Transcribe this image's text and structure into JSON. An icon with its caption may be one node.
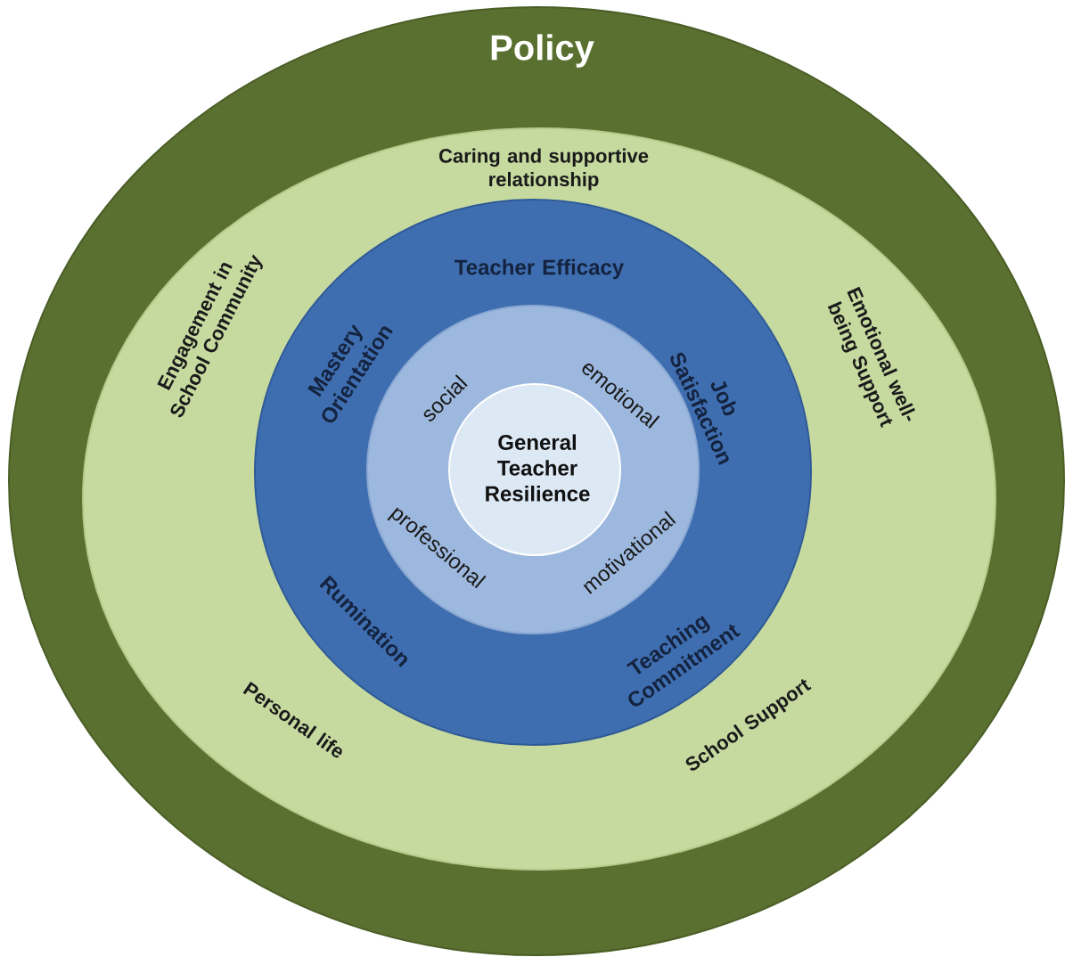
{
  "diagram": {
    "nodes": [
      {
        "text": [
          "Policy"
        ]
      },
      {
        "text": [
          "Caring and supportive relationship",
          "Engagement in School Community",
          "Emotional well-being Support",
          "Personal life",
          "School Support"
        ],
        "in": 0
      },
      {
        "text": [
          "Teacher Efficacy",
          "Mastery Orientation",
          "Job Satisfaction",
          "Rumination",
          "Teaching Commitment"
        ],
        "in": 1
      },
      {
        "text": [
          "social",
          "emotional",
          "professional",
          "motivational"
        ],
        "in": 2
      },
      {
        "text": [
          "General Teacher Resilience"
        ],
        "in": 3
      }
    ]
  }
}
